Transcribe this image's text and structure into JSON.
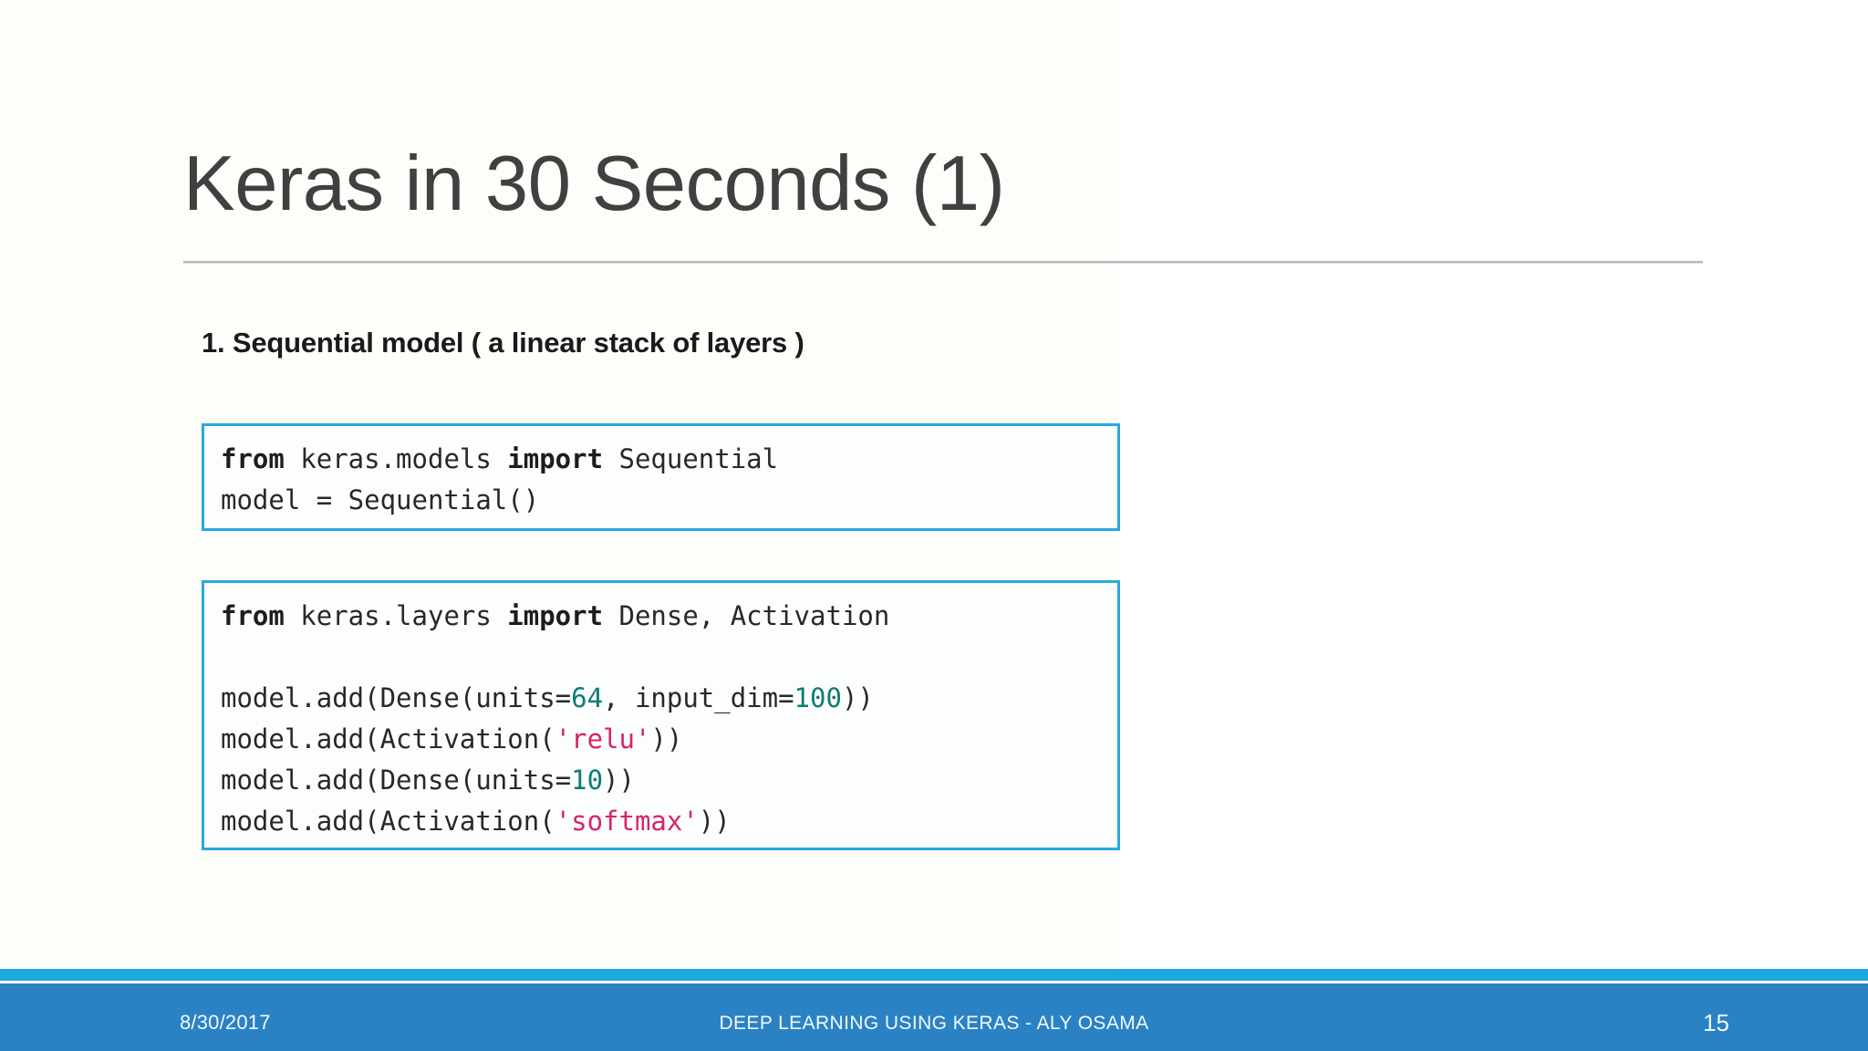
{
  "slide": {
    "title": "Keras in 30 Seconds (1)",
    "section_heading": "1. Sequential model ( a linear stack of layers )",
    "accent_color": "#29a8dd",
    "footer_accent_color": "#1fa8e0",
    "footer_bar_color": "#2a82c4",
    "title_color": "#404040"
  },
  "code_blocks": [
    {
      "id": "code-block-1",
      "lines": [
        [
          {
            "t": "from",
            "k": "kw"
          },
          {
            "t": " keras.models ",
            "k": "plain"
          },
          {
            "t": "import",
            "k": "kw"
          },
          {
            "t": " Sequential",
            "k": "plain"
          }
        ],
        [
          {
            "t": "model = Sequential()",
            "k": "plain"
          }
        ]
      ]
    },
    {
      "id": "code-block-2",
      "lines": [
        [
          {
            "t": "from",
            "k": "kw"
          },
          {
            "t": " keras.layers ",
            "k": "plain"
          },
          {
            "t": "import",
            "k": "kw"
          },
          {
            "t": " Dense, Activation",
            "k": "plain"
          }
        ],
        [
          {
            "t": "",
            "k": "plain"
          }
        ],
        [
          {
            "t": "model.add(Dense(units=",
            "k": "plain"
          },
          {
            "t": "64",
            "k": "num"
          },
          {
            "t": ", input_dim=",
            "k": "plain"
          },
          {
            "t": "100",
            "k": "num"
          },
          {
            "t": "))",
            "k": "plain"
          }
        ],
        [
          {
            "t": "model.add(Activation(",
            "k": "plain"
          },
          {
            "t": "'relu'",
            "k": "str"
          },
          {
            "t": "))",
            "k": "plain"
          }
        ],
        [
          {
            "t": "model.add(Dense(units=",
            "k": "plain"
          },
          {
            "t": "10",
            "k": "num"
          },
          {
            "t": "))",
            "k": "plain"
          }
        ],
        [
          {
            "t": "model.add(Activation(",
            "k": "plain"
          },
          {
            "t": "'softmax'",
            "k": "str"
          },
          {
            "t": "))",
            "k": "plain"
          }
        ]
      ]
    }
  ],
  "footer": {
    "date": "8/30/2017",
    "center_text": "DEEP LEARNING USING KERAS - ALY OSAMA",
    "page_number": "15"
  }
}
